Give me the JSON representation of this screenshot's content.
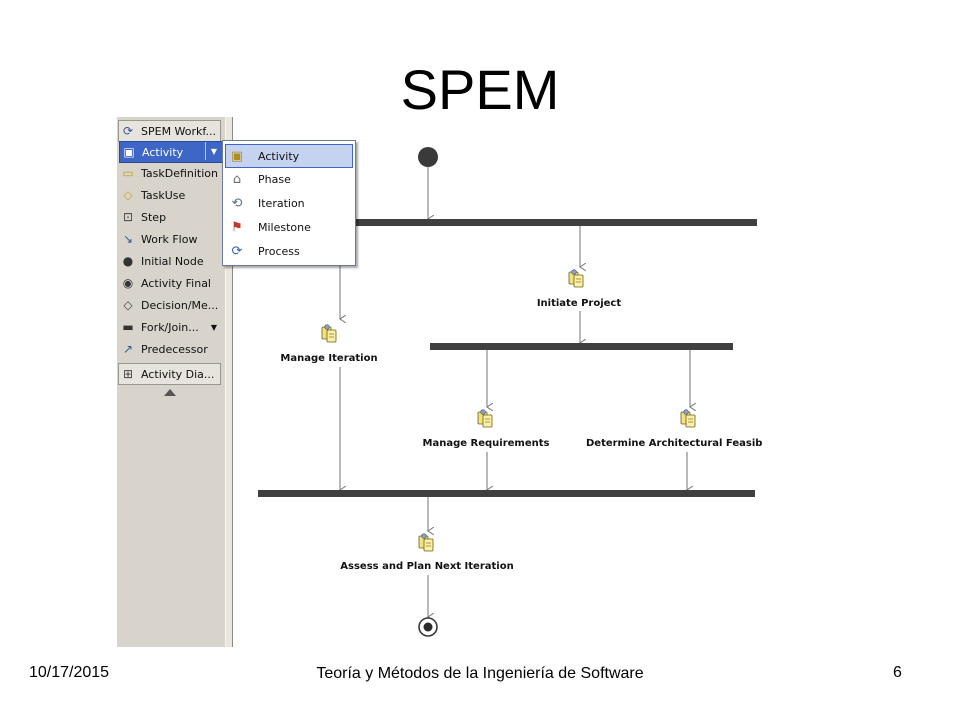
{
  "slide": {
    "title": "SPEM",
    "footer_date": "10/17/2015",
    "footer_course": "Teoría y Métodos de la Ingeniería de Software",
    "footer_page": "6"
  },
  "palette": {
    "items": [
      {
        "label": "SPEM Workf...",
        "icon": "spem-workflow-icon"
      },
      {
        "label": "Activity",
        "icon": "activity-icon"
      },
      {
        "label": "TaskDefinition",
        "icon": "task-definition-icon"
      },
      {
        "label": "TaskUse",
        "icon": "task-use-icon"
      },
      {
        "label": "Step",
        "icon": "step-icon"
      },
      {
        "label": "Work Flow",
        "icon": "work-flow-icon"
      },
      {
        "label": "Initial Node",
        "icon": "initial-node-icon"
      },
      {
        "label": "Activity Final",
        "icon": "activity-final-icon"
      },
      {
        "label": "Decision/Me...",
        "icon": "decision-merge-icon"
      },
      {
        "label": "Fork/Join...",
        "icon": "fork-join-icon"
      },
      {
        "label": "Predecessor",
        "icon": "predecessor-icon"
      },
      {
        "label": "Activity Dia...",
        "icon": "activity-diagram-icon"
      }
    ]
  },
  "dropdown_menu": {
    "items": [
      {
        "label": "Activity",
        "icon": "activity-icon"
      },
      {
        "label": "Phase",
        "icon": "phase-icon"
      },
      {
        "label": "Iteration",
        "icon": "iteration-icon"
      },
      {
        "label": "Milestone",
        "icon": "milestone-icon"
      },
      {
        "label": "Process",
        "icon": "process-icon"
      }
    ],
    "highlighted": "Activity"
  },
  "diagram": {
    "nodes": {
      "initiate_project": "Initiate Project",
      "manage_iteration": "Manage Iteration",
      "manage_requirements": "Manage Requirements",
      "determine_feasibility": "Determine Architectural Feasibility",
      "assess_plan": "Assess and Plan Next Iteration"
    }
  },
  "colors": {
    "palette_bg": "#d8d4cc",
    "selection": "#3d66c6",
    "menu_hover": "#c6d3f0",
    "bar": "#3f3f3f",
    "flow_line": "#8a8a8a"
  }
}
